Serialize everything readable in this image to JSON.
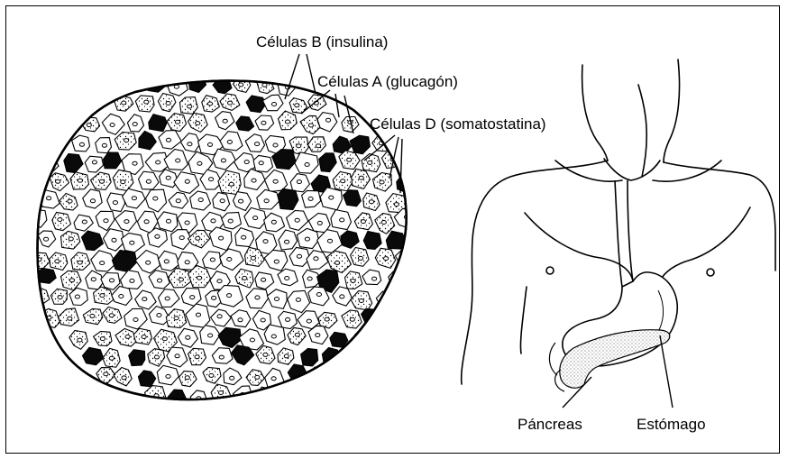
{
  "labels": {
    "cells_b": "Células B (insulina)",
    "cells_a": "Células A (glucagón)",
    "cells_d": "Células D (somatostatina)",
    "pancreas": "Páncreas",
    "stomach": "Estómago"
  },
  "colors": {
    "ink": "#000000",
    "paper": "#ffffff",
    "dark_cell": "#0a0a0a"
  }
}
